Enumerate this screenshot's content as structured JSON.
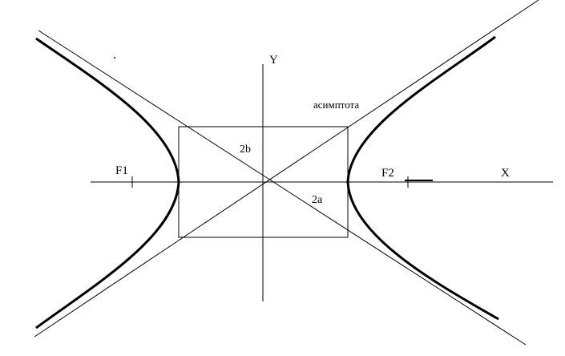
{
  "labels": {
    "y_axis": "Y",
    "x_axis": "X",
    "focus_left": "F1",
    "focus_right": "F2",
    "semi_minor": "2b",
    "semi_major": "2a",
    "asymptote": "асимптота"
  },
  "colors": {
    "background": "#ffffff",
    "ink": "#000000"
  }
}
